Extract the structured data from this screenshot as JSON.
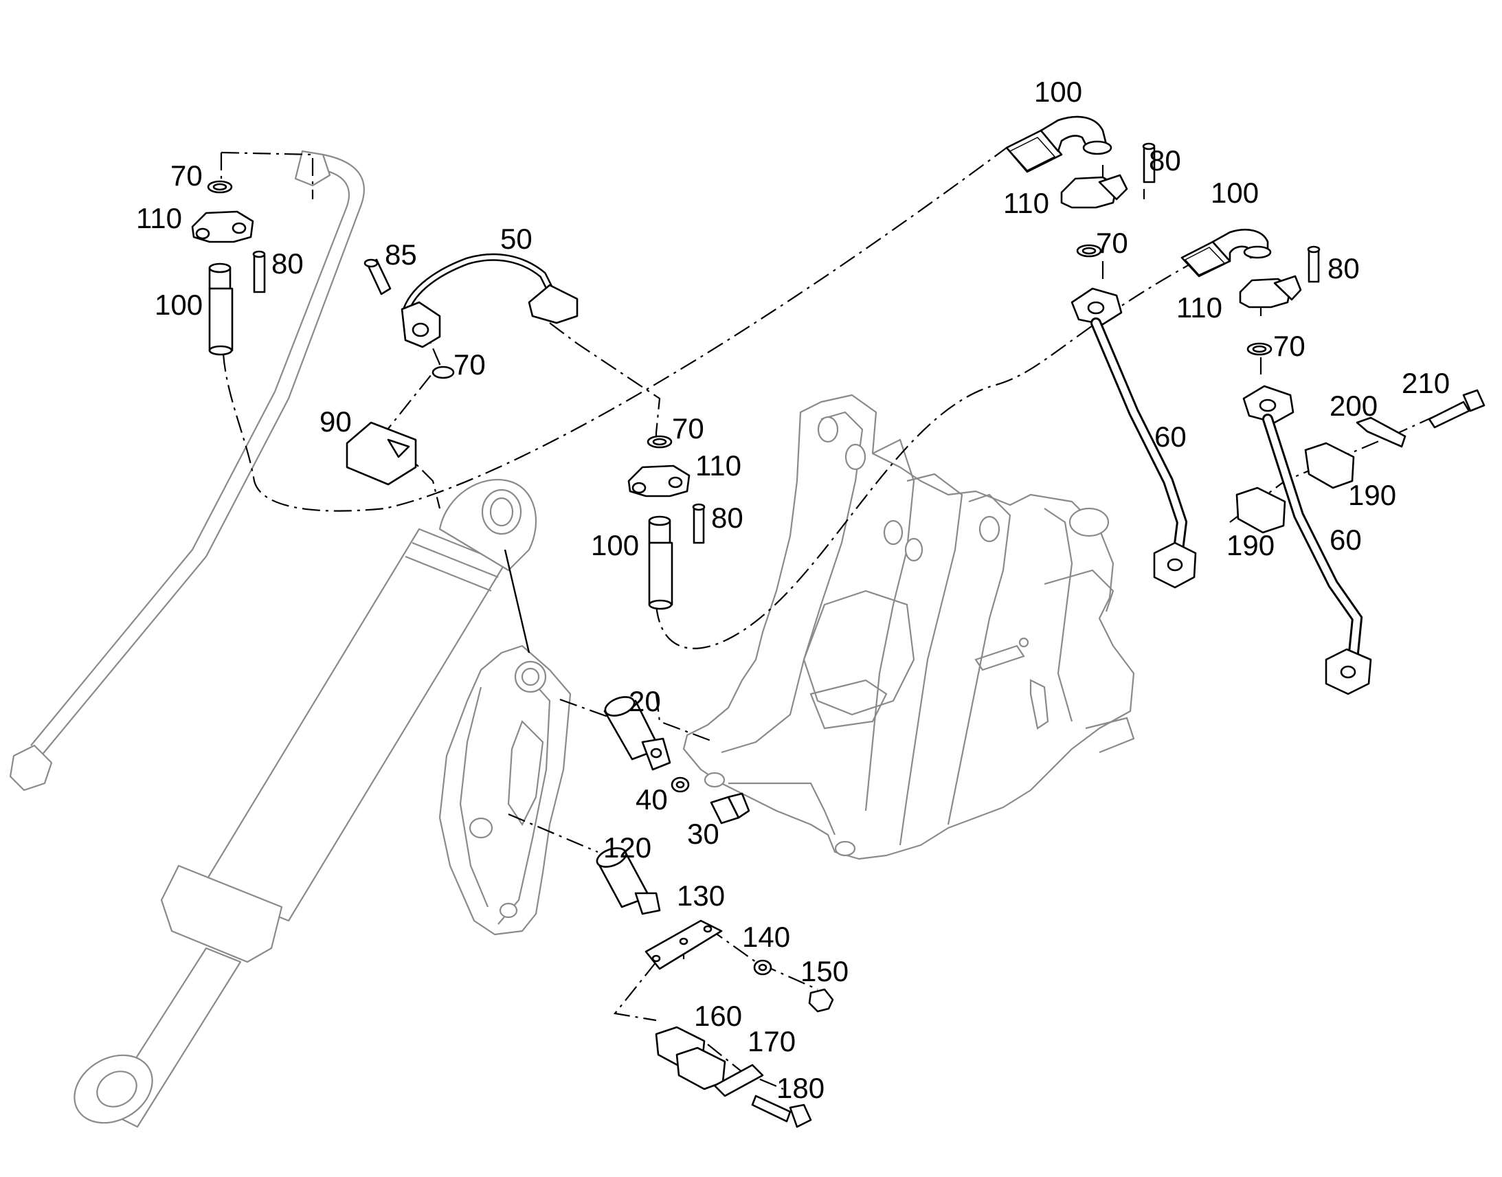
{
  "diagram": {
    "callouts": {
      "c20": "20",
      "c30": "30",
      "c40": "40",
      "c50": "50",
      "c60a": "60",
      "c60b": "60",
      "c70a": "70",
      "c70b": "70",
      "c70c": "70",
      "c70d": "70",
      "c70e": "70",
      "c80a": "80",
      "c80b": "80",
      "c80c": "80",
      "c80d": "80",
      "c85": "85",
      "c90": "90",
      "c100a": "100",
      "c100b": "100",
      "c100c": "100",
      "c100d": "100",
      "c110a": "110",
      "c110b": "110",
      "c110c": "110",
      "c110d": "110",
      "c120": "120",
      "c130": "130",
      "c140": "140",
      "c150": "150",
      "c160": "160",
      "c170": "170",
      "c180": "180",
      "c190a": "190",
      "c190b": "190",
      "c200": "200",
      "c210": "210"
    }
  }
}
